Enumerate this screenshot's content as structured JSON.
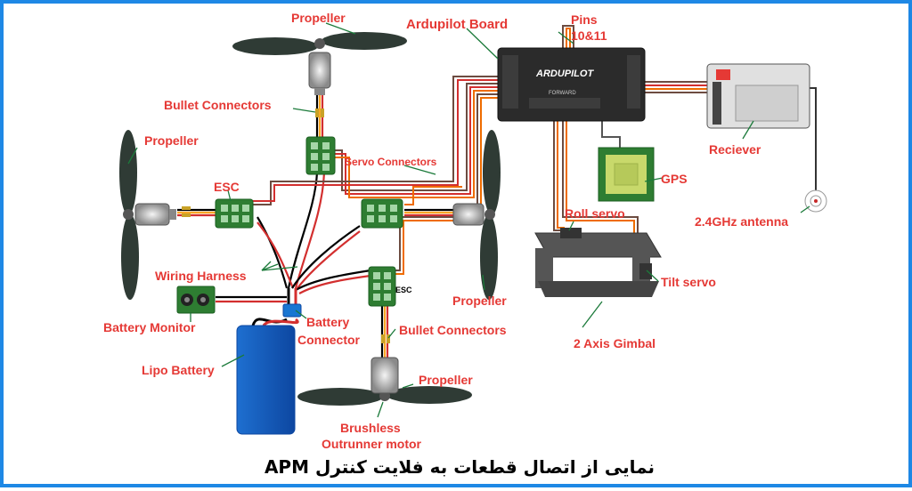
{
  "labels": {
    "propeller_top": "Propeller",
    "ardupilot_board": "Ardupilot Board",
    "pins_line1": "Pins",
    "pins_line2": "10&11",
    "bullet_connectors_top": "Bullet Connectors",
    "propeller_left": "Propeller",
    "servo_connectors": "Servo Connectors",
    "esc_left": "ESC",
    "esc_bottom": "ESC",
    "gps": "GPS",
    "reciever": "Reciever",
    "antenna": "2.4GHz antenna",
    "roll_servo": "Roll servo",
    "tilt_servo": "Tilt servo",
    "wiring_harness": "Wiring Harness",
    "propeller_right": "Propeller",
    "battery_connector_line1": "Battery",
    "battery_connector_line2": "Connector",
    "battery_monitor": "Battery Monitor",
    "bullet_connectors_bottom": "Bullet Connectors",
    "two_axis_gimbal": "2 Axis Gimbal",
    "lipo_battery": "Lipo Battery",
    "propeller_bottom": "Propeller",
    "brushless_line1": "Brushless",
    "brushless_line2": "Outrunner motor",
    "board_logo": "ARDUPILOT",
    "board_forward": "FORWARD"
  },
  "caption": "نمایی از اتصال قطعات به فلایت کنترل APM",
  "colors": {
    "label": "#e53935",
    "leader_line": "#1b7a3a",
    "border": "#1e88e5",
    "battery": "#1565c0",
    "esc": "#2e7d32",
    "board": "#2b2b2b",
    "gps_patch": "#c8d96b",
    "wire_red": "#d32f2f",
    "wire_orange": "#ef6c00",
    "wire_brown": "#6d4c41"
  }
}
